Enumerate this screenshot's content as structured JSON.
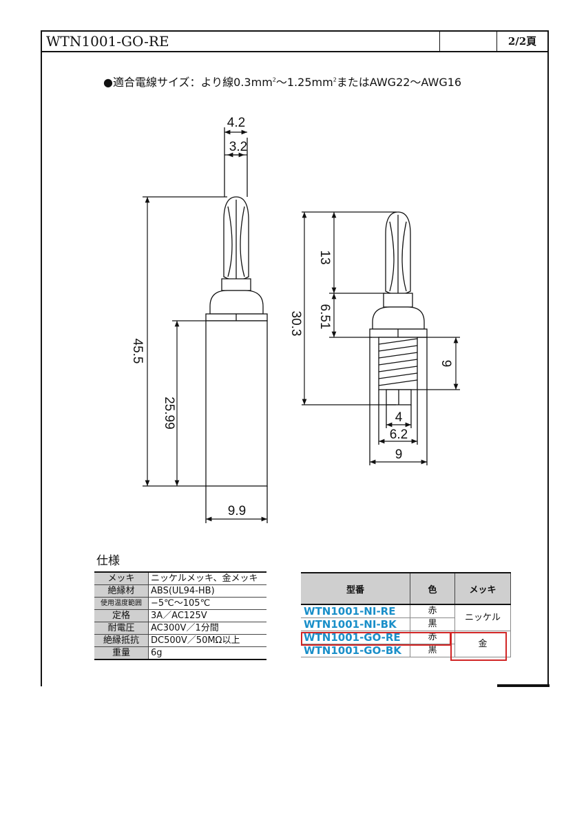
{
  "header": {
    "title": "WTN1001-GO-RE",
    "page": "2/2頁"
  },
  "note": {
    "prefix": "●適合電線サイズ：より線0.3mm",
    "mid1": "〜1.25mm",
    "mid2": "またはAWG22〜AWG16",
    "sup": "2"
  },
  "dims": {
    "d42": "4.2",
    "d32": "3.2",
    "d455": "45.5",
    "d2599": "25.99",
    "d99": "9.9",
    "d13": "13",
    "d651": "6.51",
    "d303": "30.3",
    "d9r": "9",
    "d4": "4",
    "d62": "6.2",
    "d9b": "9"
  },
  "spec": {
    "title": "仕様",
    "rows": [
      {
        "k": "メッキ",
        "v": "ニッケルメッキ、金メッキ"
      },
      {
        "k": "絶縁材",
        "v": "ABS(UL94-HB)"
      },
      {
        "k": "使用温度範囲",
        "v": "−5℃〜105℃"
      },
      {
        "k": "定格",
        "v": "3A／AC125V"
      },
      {
        "k": "耐電圧",
        "v": "AC300V／1分間"
      },
      {
        "k": "絶縁抵抗",
        "v": "DC500V／50MΩ以上"
      },
      {
        "k": "重量",
        "v": "6g"
      }
    ]
  },
  "models": {
    "headers": [
      "型番",
      "色",
      "メッキ"
    ],
    "rows": [
      {
        "model": "WTN1001-NI-RE",
        "color": "赤"
      },
      {
        "model": "WTN1001-NI-BK",
        "color": "黒"
      },
      {
        "model": "WTN1001-GO-RE",
        "color": "赤"
      },
      {
        "model": "WTN1001-GO-BK",
        "color": "黒"
      }
    ],
    "plating_ni": "ニッケル",
    "plating_go": "金"
  },
  "colors": {
    "model_text": "#1a8fc9",
    "highlight": "#d12424",
    "header_bg": "#cfcfcf"
  }
}
